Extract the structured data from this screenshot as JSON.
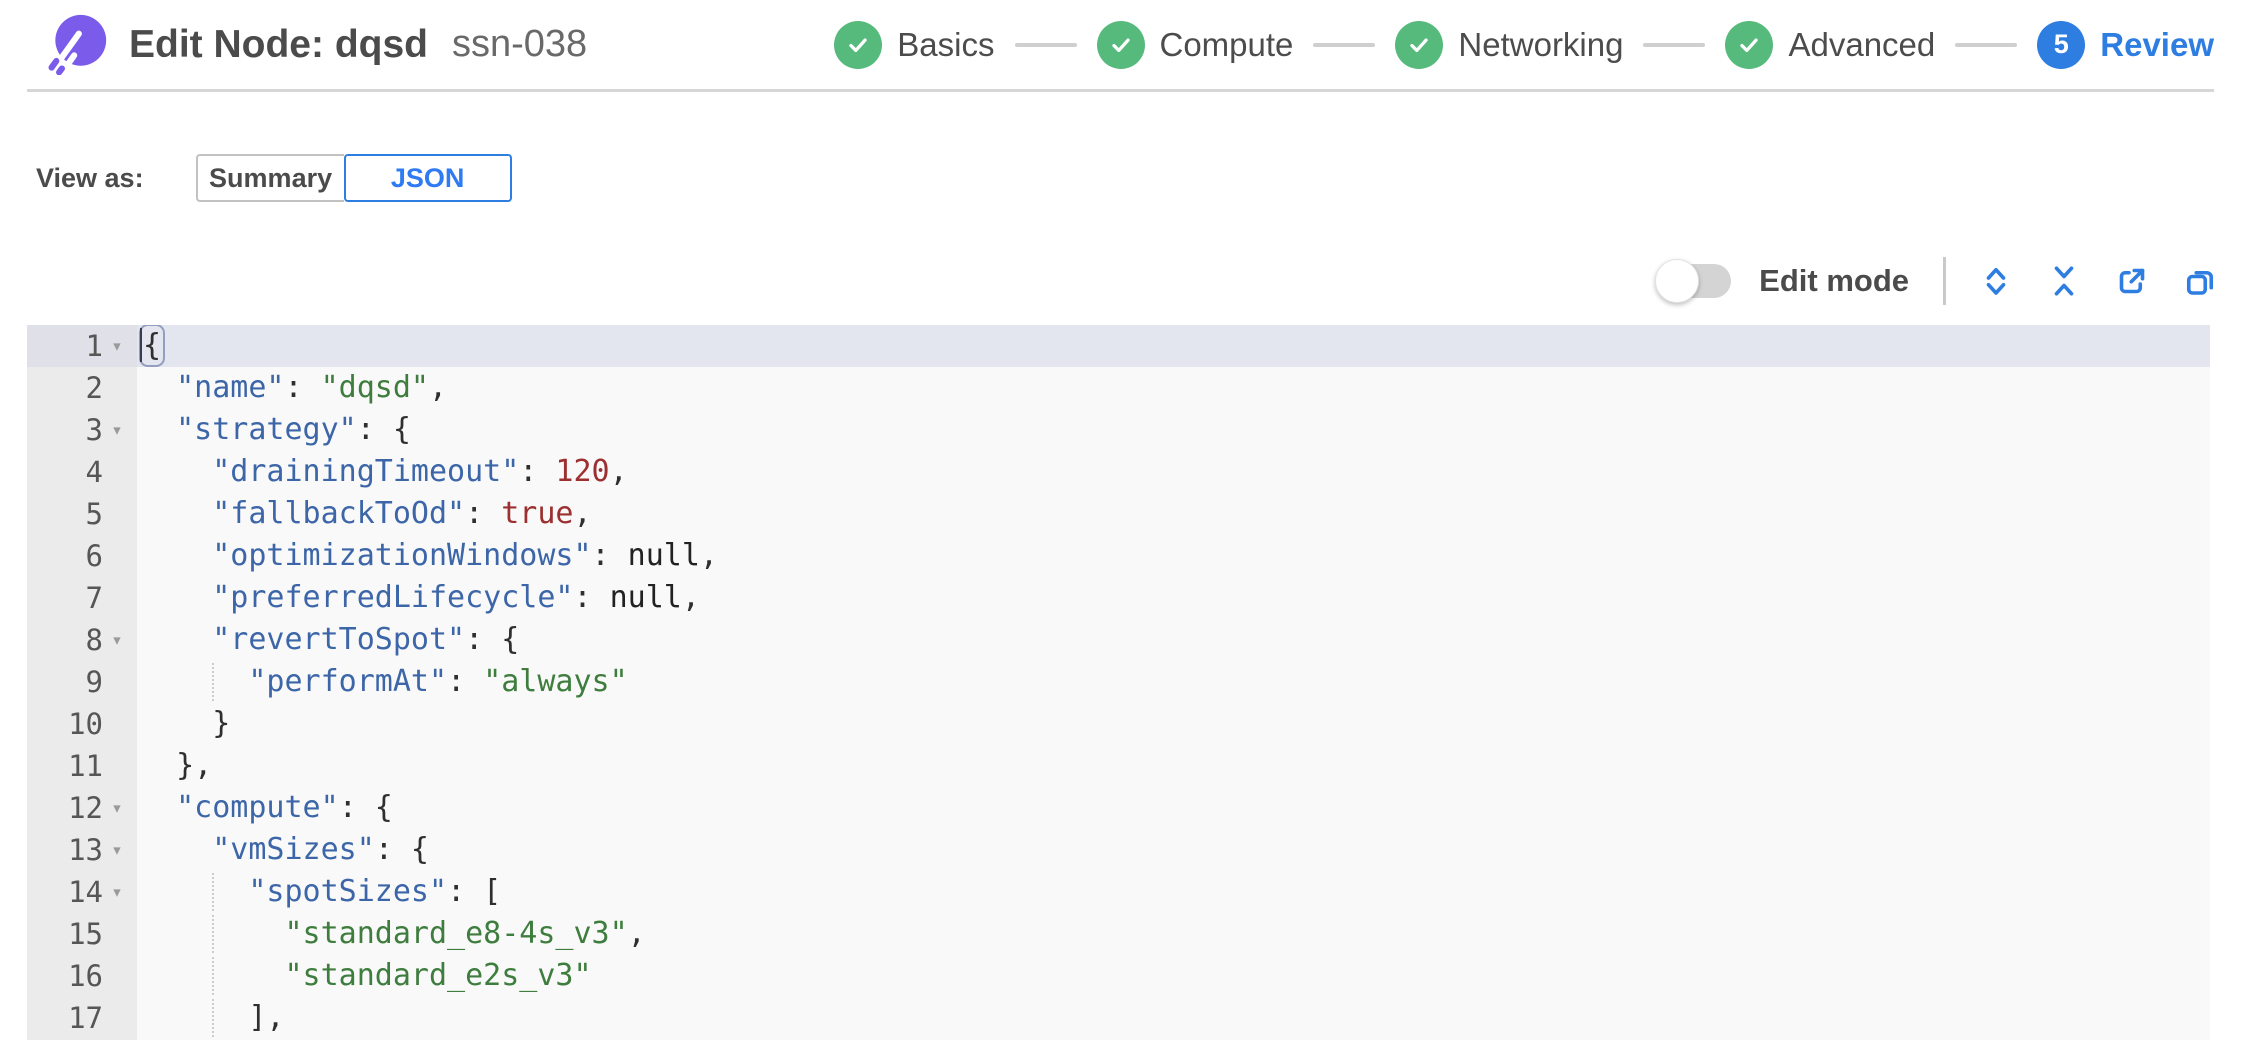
{
  "header": {
    "title": "Edit Node: dqsd",
    "subtitle": "ssn-038",
    "steps": [
      {
        "label": "Basics",
        "state": "complete"
      },
      {
        "label": "Compute",
        "state": "complete"
      },
      {
        "label": "Networking",
        "state": "complete"
      },
      {
        "label": "Advanced",
        "state": "complete"
      },
      {
        "label": "Review",
        "state": "active",
        "number": "5"
      }
    ]
  },
  "view_as": {
    "label": "View as:",
    "options": [
      {
        "label": "Summary",
        "selected": false
      },
      {
        "label": "JSON",
        "selected": true
      }
    ]
  },
  "toolbar": {
    "edit_mode_label": "Edit mode",
    "edit_mode_on": false,
    "icons": [
      {
        "name": "expand-all-icon",
        "glyph": "expand"
      },
      {
        "name": "collapse-all-icon",
        "glyph": "collapse"
      },
      {
        "name": "export-icon",
        "glyph": "export"
      },
      {
        "name": "copy-icon",
        "glyph": "copy"
      }
    ]
  },
  "editor": {
    "active_line": 1,
    "lines": [
      {
        "n": 1,
        "fold": true,
        "cursor": true,
        "tokens": [
          {
            "t": "punc",
            "v": "{",
            "bracket": true
          }
        ]
      },
      {
        "n": 2,
        "tokens": [
          {
            "t": "ws",
            "v": "  "
          },
          {
            "t": "key",
            "v": "\"name\""
          },
          {
            "t": "punc",
            "v": ": "
          },
          {
            "t": "str",
            "v": "\"dqsd\""
          },
          {
            "t": "punc",
            "v": ","
          }
        ]
      },
      {
        "n": 3,
        "fold": true,
        "tokens": [
          {
            "t": "ws",
            "v": "  "
          },
          {
            "t": "key",
            "v": "\"strategy\""
          },
          {
            "t": "punc",
            "v": ": {"
          }
        ]
      },
      {
        "n": 4,
        "tokens": [
          {
            "t": "ws",
            "v": "    "
          },
          {
            "t": "key",
            "v": "\"drainingTimeout\""
          },
          {
            "t": "punc",
            "v": ": "
          },
          {
            "t": "num",
            "v": "120"
          },
          {
            "t": "punc",
            "v": ","
          }
        ]
      },
      {
        "n": 5,
        "tokens": [
          {
            "t": "ws",
            "v": "    "
          },
          {
            "t": "key",
            "v": "\"fallbackToOd\""
          },
          {
            "t": "punc",
            "v": ": "
          },
          {
            "t": "bool",
            "v": "true"
          },
          {
            "t": "punc",
            "v": ","
          }
        ]
      },
      {
        "n": 6,
        "tokens": [
          {
            "t": "ws",
            "v": "    "
          },
          {
            "t": "key",
            "v": "\"optimizationWindows\""
          },
          {
            "t": "punc",
            "v": ": "
          },
          {
            "t": "null",
            "v": "null"
          },
          {
            "t": "punc",
            "v": ","
          }
        ]
      },
      {
        "n": 7,
        "tokens": [
          {
            "t": "ws",
            "v": "    "
          },
          {
            "t": "key",
            "v": "\"preferredLifecycle\""
          },
          {
            "t": "punc",
            "v": ": "
          },
          {
            "t": "null",
            "v": "null"
          },
          {
            "t": "punc",
            "v": ","
          }
        ]
      },
      {
        "n": 8,
        "fold": true,
        "tokens": [
          {
            "t": "ws",
            "v": "    "
          },
          {
            "t": "key",
            "v": "\"revertToSpot\""
          },
          {
            "t": "punc",
            "v": ": {"
          }
        ]
      },
      {
        "n": 9,
        "guide": true,
        "tokens": [
          {
            "t": "ws",
            "v": "      "
          },
          {
            "t": "key",
            "v": "\"performAt\""
          },
          {
            "t": "punc",
            "v": ": "
          },
          {
            "t": "str",
            "v": "\"always\""
          }
        ]
      },
      {
        "n": 10,
        "tokens": [
          {
            "t": "ws",
            "v": "    "
          },
          {
            "t": "punc",
            "v": "}"
          }
        ]
      },
      {
        "n": 11,
        "tokens": [
          {
            "t": "ws",
            "v": "  "
          },
          {
            "t": "punc",
            "v": "},"
          }
        ]
      },
      {
        "n": 12,
        "fold": true,
        "tokens": [
          {
            "t": "ws",
            "v": "  "
          },
          {
            "t": "key",
            "v": "\"compute\""
          },
          {
            "t": "punc",
            "v": ": {"
          }
        ]
      },
      {
        "n": 13,
        "fold": true,
        "tokens": [
          {
            "t": "ws",
            "v": "    "
          },
          {
            "t": "key",
            "v": "\"vmSizes\""
          },
          {
            "t": "punc",
            "v": ": {"
          }
        ]
      },
      {
        "n": 14,
        "fold": true,
        "guide": true,
        "tokens": [
          {
            "t": "ws",
            "v": "      "
          },
          {
            "t": "key",
            "v": "\"spotSizes\""
          },
          {
            "t": "punc",
            "v": ": ["
          }
        ]
      },
      {
        "n": 15,
        "guide": true,
        "tokens": [
          {
            "t": "ws",
            "v": "        "
          },
          {
            "t": "str",
            "v": "\"standard_e8-4s_v3\""
          },
          {
            "t": "punc",
            "v": ","
          }
        ]
      },
      {
        "n": 16,
        "guide": true,
        "tokens": [
          {
            "t": "ws",
            "v": "        "
          },
          {
            "t": "str",
            "v": "\"standard_e2s_v3\""
          }
        ]
      },
      {
        "n": 17,
        "guide": true,
        "tokens": [
          {
            "t": "ws",
            "v": "      "
          },
          {
            "t": "punc",
            "v": "],"
          }
        ]
      }
    ]
  },
  "colors": {
    "accent_blue": "#2e7de0",
    "step_green": "#57ba7d",
    "logo_purple": "#7a5bea",
    "header_text": "#4b4b4b",
    "editor_bg": "#f9f9f9",
    "gutter_bg": "#ebebeb",
    "active_line_bg": "#e3e6ef",
    "key_blue": "#3c66a8",
    "string_green": "#3e7d3e",
    "number_red": "#9c3030"
  }
}
